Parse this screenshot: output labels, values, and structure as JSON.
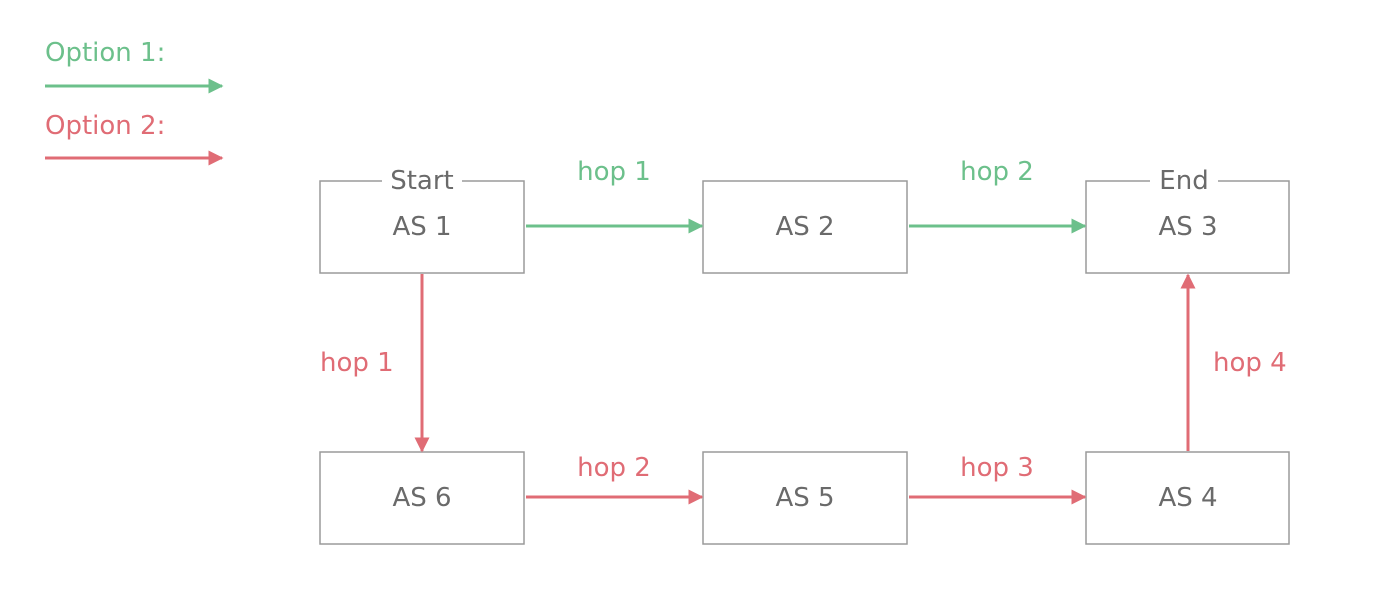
{
  "colors": {
    "option1": "#6cc08b",
    "option2": "#e06c75",
    "box_border": "#9a9a9a",
    "box_text": "#6a6a6a"
  },
  "legend": {
    "option1_label": "Option 1:",
    "option2_label": "Option 2:"
  },
  "nodes": {
    "as1": {
      "label": "AS 1",
      "tag": "Start"
    },
    "as2": {
      "label": "AS 2"
    },
    "as3": {
      "label": "AS 3",
      "tag": "End"
    },
    "as4": {
      "label": "AS 4"
    },
    "as5": {
      "label": "AS 5"
    },
    "as6": {
      "label": "AS 6"
    }
  },
  "option1_hops": [
    {
      "from": "as1",
      "to": "as2",
      "label": "hop 1"
    },
    {
      "from": "as2",
      "to": "as3",
      "label": "hop 2"
    }
  ],
  "option2_hops": [
    {
      "from": "as1",
      "to": "as6",
      "label": "hop 1"
    },
    {
      "from": "as6",
      "to": "as5",
      "label": "hop 2"
    },
    {
      "from": "as5",
      "to": "as4",
      "label": "hop 3"
    },
    {
      "from": "as4",
      "to": "as3",
      "label": "hop 4"
    }
  ]
}
